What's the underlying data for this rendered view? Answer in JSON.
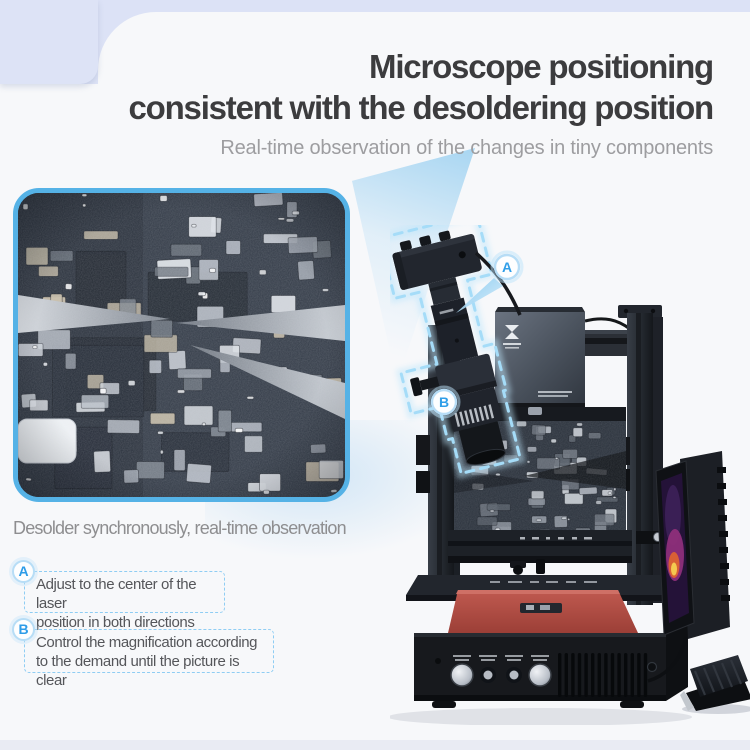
{
  "page": {
    "bg_color": "#dde3f6",
    "card_color": "#f7f8fa",
    "accent_blue": "#2d9ce8",
    "light_blue": "#8fcdf3",
    "photo_border": "#55b2e6"
  },
  "header": {
    "title_line1": "Microscope positioning",
    "title_line2": "consistent with the desoldering position",
    "subtitle": "Real-time observation of the changes in tiny components"
  },
  "left_panel": {
    "caption": "Desolder synchronously, real-time observation"
  },
  "callouts": {
    "a": {
      "label": "A",
      "text": "Adjust to the center of the laser\nposition in both directions"
    },
    "b": {
      "label": "B",
      "text": "Control the magnification according\nto the demand until the picture is clear"
    }
  },
  "machine": {
    "badge_a": "A",
    "badge_b": "B"
  }
}
